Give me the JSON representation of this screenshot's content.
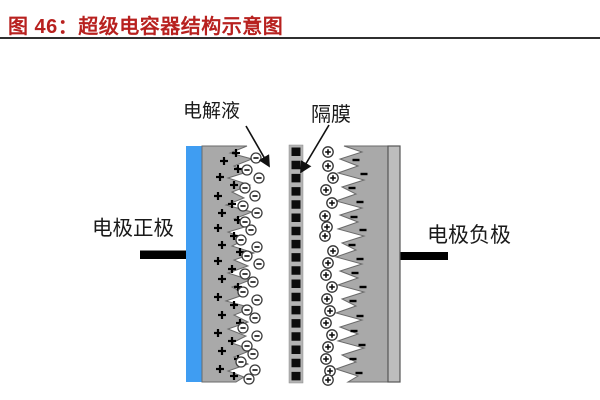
{
  "title": {
    "text": "图 46：超级电容器结构示意图",
    "color": "#b8211f",
    "rule_color": "#2f2f2f"
  },
  "diagram": {
    "labels": {
      "electrolyte": "电解液",
      "separator": "隔膜",
      "positive_electrode": "电极正极",
      "negative_electrode": "电极负极"
    },
    "ions": {
      "anion_symbol": "−",
      "cation_symbol": "+"
    },
    "colors": {
      "positive_collector_blue": "#3f9df2",
      "electrode_gray": "#a9a9a9",
      "separator_background": "#b4b4b4",
      "separator_dash": "#0c0c0c",
      "negative_collector_gray": "#bdbdbd",
      "lead_black": "#000000",
      "label_text": "#1a1a1a"
    }
  }
}
